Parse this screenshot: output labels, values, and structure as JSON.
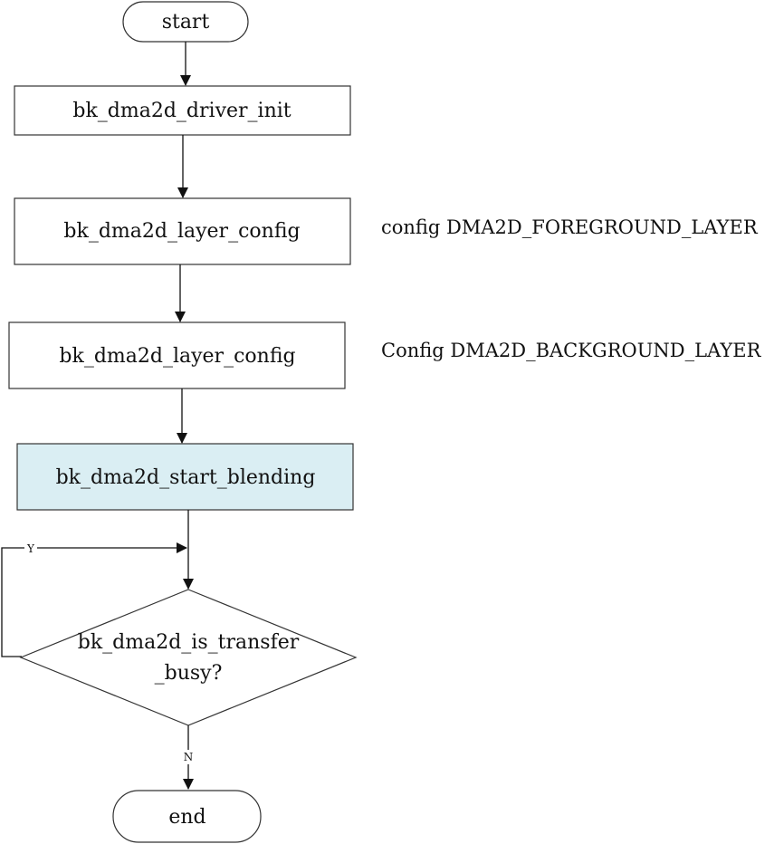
{
  "nodes": {
    "start": "start",
    "driver_init": "bk_dma2d_driver_init",
    "layer_config_fg": "bk_dma2d_layer_config",
    "layer_config_bg": "bk_dma2d_layer_config",
    "start_blending": "bk_dma2d_start_blending",
    "decision_line1": "bk_dma2d_is_transfer",
    "decision_line2": "_busy?",
    "end": "end"
  },
  "notes": {
    "foreground": "config DMA2D_FOREGROUND_LAYER",
    "background": "Config DMA2D_BACKGROUND_LAYER"
  },
  "edge_labels": {
    "yes": "Y",
    "no": "N"
  },
  "colors": {
    "highlight_fill": "#daeef3",
    "stroke": "#333333"
  }
}
